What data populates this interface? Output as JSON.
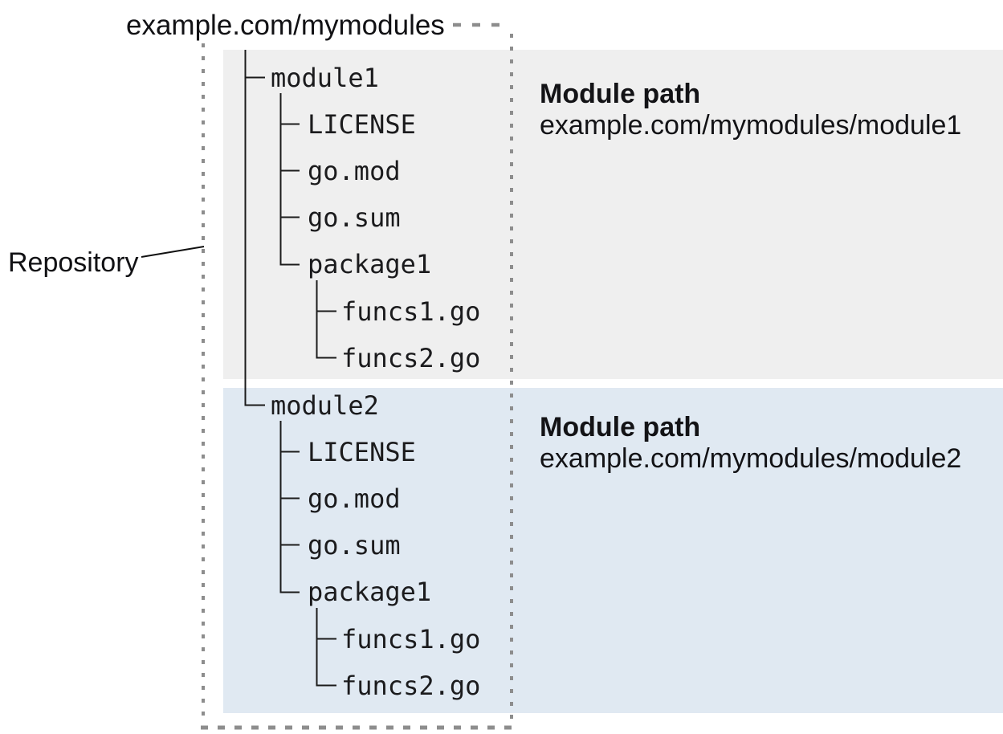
{
  "repository": {
    "label": "Repository",
    "host_path": "example.com/mymodules"
  },
  "modules": [
    {
      "name": "module1",
      "path_label": "Module path",
      "path": "example.com/mymodules/module1",
      "files": [
        "LICENSE",
        "go.mod",
        "go.sum"
      ],
      "package": {
        "name": "package1",
        "files": [
          "funcs1.go",
          "funcs2.go"
        ]
      }
    },
    {
      "name": "module2",
      "path_label": "Module path",
      "path": "example.com/mymodules/module2",
      "files": [
        "LICENSE",
        "go.mod",
        "go.sum"
      ],
      "package": {
        "name": "package1",
        "files": [
          "funcs1.go",
          "funcs2.go"
        ]
      }
    }
  ],
  "colors": {
    "module1_bg": "#efefef",
    "module2_bg": "#e0e9f2",
    "dotted_border": "#8d8d8d",
    "tree_line": "#1b1b1b",
    "text": "#1a1a1c",
    "canvas_bg": "#ffffff"
  }
}
